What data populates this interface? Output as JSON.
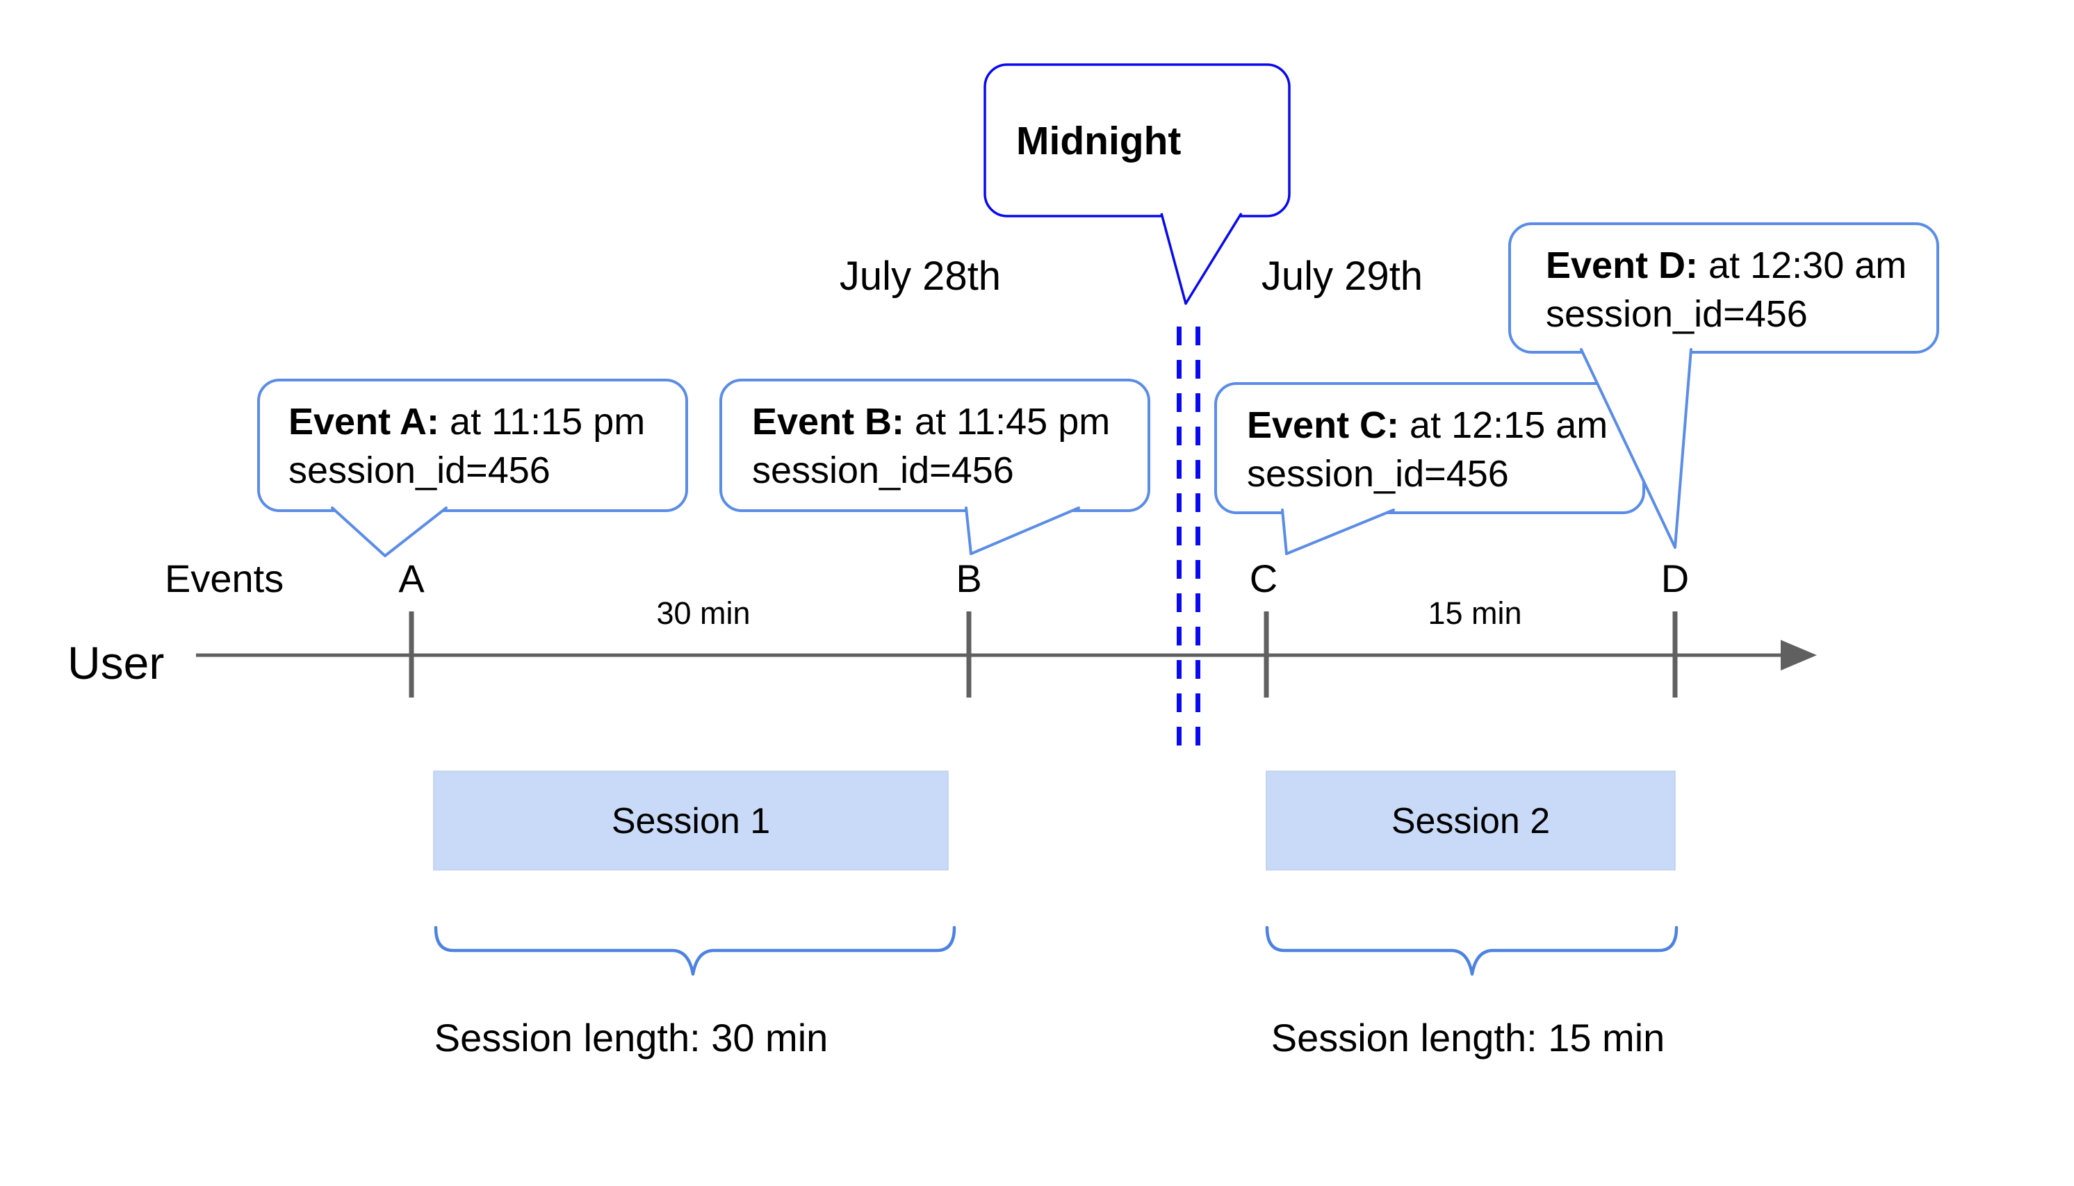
{
  "colors": {
    "midnight_blue": "#0808f0",
    "callout_border_blue": "#5b8ce6",
    "brace_blue": "#4d82e0",
    "session_fill": "#c9daf8",
    "axis_gray": "#606060",
    "text_black": "#000000"
  },
  "midnight_callout": {
    "label": "Midnight"
  },
  "dates": {
    "left": "July 28th",
    "right": "July 29th"
  },
  "events_axis": {
    "row_label": "Events",
    "user_label": "User",
    "ticks": [
      "A",
      "B",
      "C",
      "D"
    ]
  },
  "event_callouts": [
    {
      "name": "Event A:",
      "time": " at 11:15 pm",
      "session": "session_id=456"
    },
    {
      "name": "Event B:",
      "time": " at 11:45 pm",
      "session": "session_id=456"
    },
    {
      "name": "Event C:",
      "time": " at 12:15 am",
      "session": "session_id=456"
    },
    {
      "name": "Event D:",
      "time": " at 12:30 am",
      "session": "session_id=456"
    }
  ],
  "intervals": {
    "a_to_b": "30 min",
    "c_to_d": "15 min"
  },
  "sessions": [
    {
      "label": "Session 1",
      "length": "Session length: 30 min"
    },
    {
      "label": "Session 2",
      "length": "Session length: 15 min"
    }
  ]
}
